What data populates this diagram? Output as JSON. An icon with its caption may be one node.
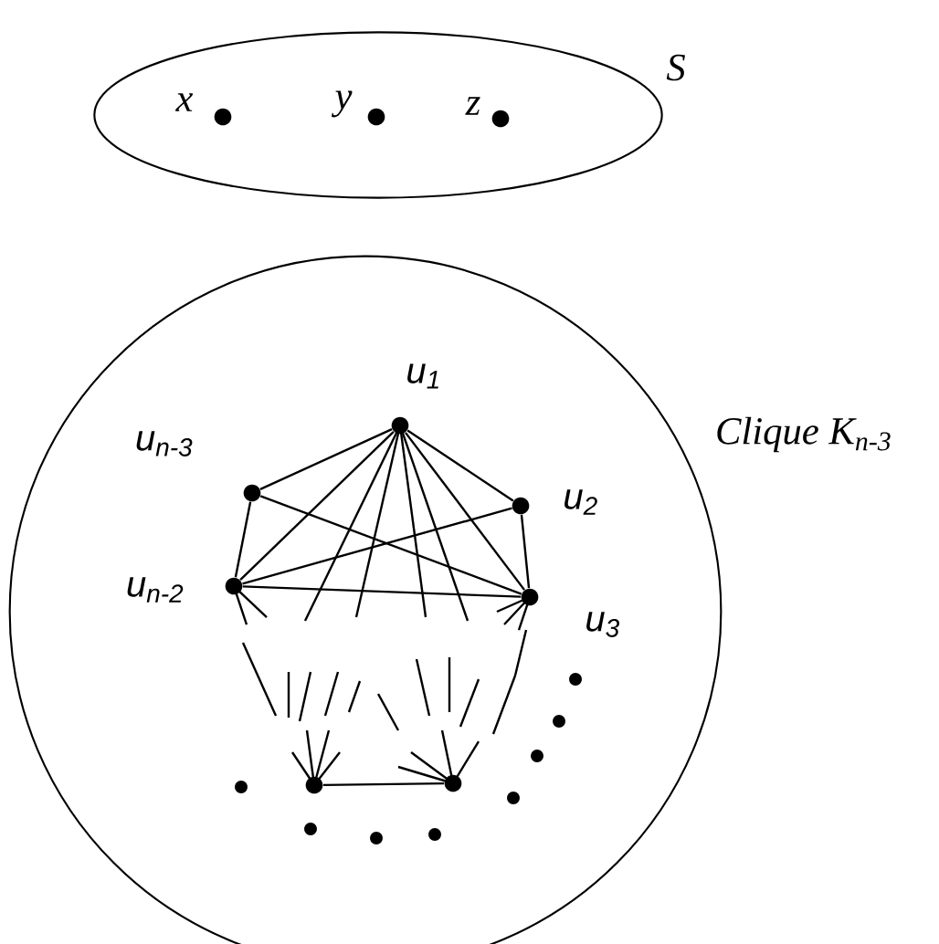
{
  "diagram": {
    "nodes": [
      {
        "text": [
          "S"
        ]
      },
      {
        "text": [],
        "shape": "circle",
        "in": 0,
        "beside": [
          "x"
        ]
      },
      {
        "text": [],
        "shape": "circle",
        "in": 0,
        "beside": [
          "y"
        ]
      },
      {
        "text": [],
        "shape": "circle",
        "in": 0,
        "beside": [
          "z"
        ]
      },
      {
        "text": [
          "Clique K$_{n-3}$"
        ]
      },
      {
        "text": [],
        "shape": "circle",
        "in": 4,
        "beside": [
          "u$_{1}$"
        ]
      },
      {
        "text": [],
        "shape": "circle",
        "in": 4,
        "beside": [
          "u$_{n-3}$"
        ]
      },
      {
        "text": [],
        "shape": "circle",
        "in": 4,
        "beside": [
          "u$_{2}$"
        ]
      },
      {
        "text": [],
        "shape": "circle",
        "in": 4,
        "beside": [
          "u$_{n-2}$"
        ]
      },
      {
        "text": [],
        "shape": "circle",
        "in": 4,
        "beside": [
          "u$_{3}$"
        ]
      },
      {
        "text": [],
        "shape": "circle",
        "in": 4
      },
      {
        "text": [],
        "shape": "circle",
        "in": 4
      }
    ],
    "edges": [
      {
        "from": 5,
        "to": 6,
        "arrow": "none"
      },
      {
        "from": 5,
        "to": 7,
        "arrow": "none"
      },
      {
        "from": 5,
        "to": 8,
        "arrow": "none"
      },
      {
        "from": 5,
        "to": 9,
        "arrow": "none"
      },
      {
        "from": 6,
        "to": 8,
        "arrow": "none"
      },
      {
        "from": 6,
        "to": 9,
        "arrow": "none"
      },
      {
        "from": 7,
        "to": 8,
        "arrow": "none"
      },
      {
        "from": 7,
        "to": 9,
        "arrow": "none"
      },
      {
        "from": 8,
        "to": 9,
        "arrow": "none"
      },
      {
        "from": 10,
        "to": 11,
        "arrow": "none"
      }
    ]
  }
}
